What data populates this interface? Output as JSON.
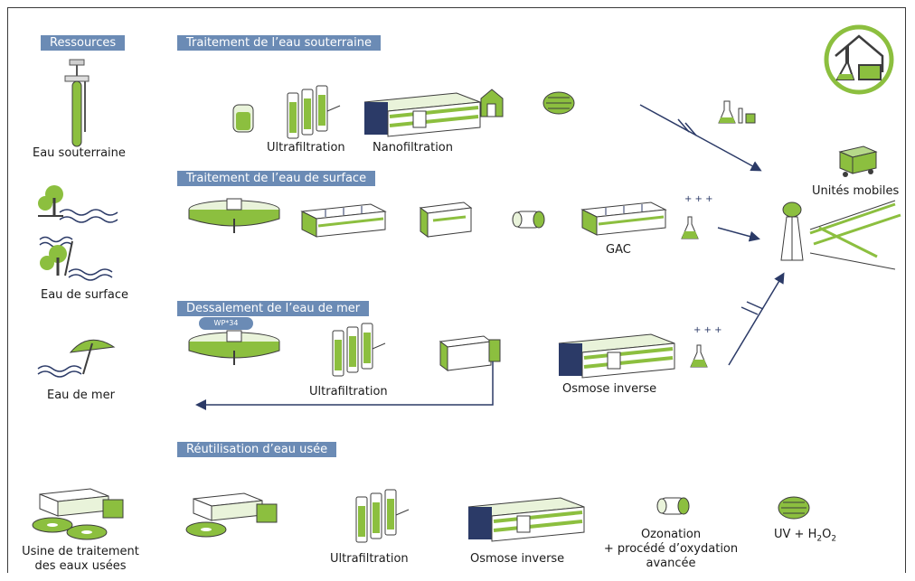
{
  "headers": {
    "resources": "Ressources",
    "groundwater": "Traitement de l’eau souterraine",
    "surface": "Traitement de l’eau de surface",
    "seawater": "Dessalement de l’eau de mer",
    "reuse": "Réutilisation d’eau usée"
  },
  "resources": {
    "groundwater": "Eau souterraine",
    "surface": "Eau de surface",
    "sea": "Eau de mer",
    "wastewater_line1": "Usine de traitement",
    "wastewater_line2": "des eaux usées"
  },
  "groundwater": {
    "ultrafiltration": "Ultrafiltration",
    "nanofiltration": "Nanofiltration"
  },
  "surface": {
    "gac": "GAC",
    "chem": "+ + +"
  },
  "seawater": {
    "badge": "WP*34",
    "ultrafiltration": "Ultrafiltration",
    "ro": "Osmose inverse",
    "chem": "+ + +"
  },
  "reuse": {
    "ultrafiltration": "Ultrafiltration",
    "ro": "Osmose inverse",
    "ozone_line1": "Ozonation",
    "ozone_line2": "+ procédé d’oxydation",
    "ozone_line3": "avancée",
    "uv_prefix": "UV + H",
    "uv_sub1": "2",
    "uv_mid": "O",
    "uv_sub2": "2"
  },
  "mobile": "Unités mobiles",
  "colors": {
    "green": "#8cbf3f",
    "dark": "#3d3d3d",
    "navy": "#2b3a67",
    "header": "#6b8bb5",
    "gray": "#a8a8a8"
  },
  "icons": [
    "water-tower-icon",
    "flask-icon",
    "tree-icon",
    "wave-icon",
    "umbrella-icon",
    "membrane-rack-icon",
    "clarifier-icon",
    "filter-basin-icon",
    "ozone-cylinder-icon",
    "uv-unit-icon",
    "container-icon",
    "lab-logo-icon"
  ]
}
